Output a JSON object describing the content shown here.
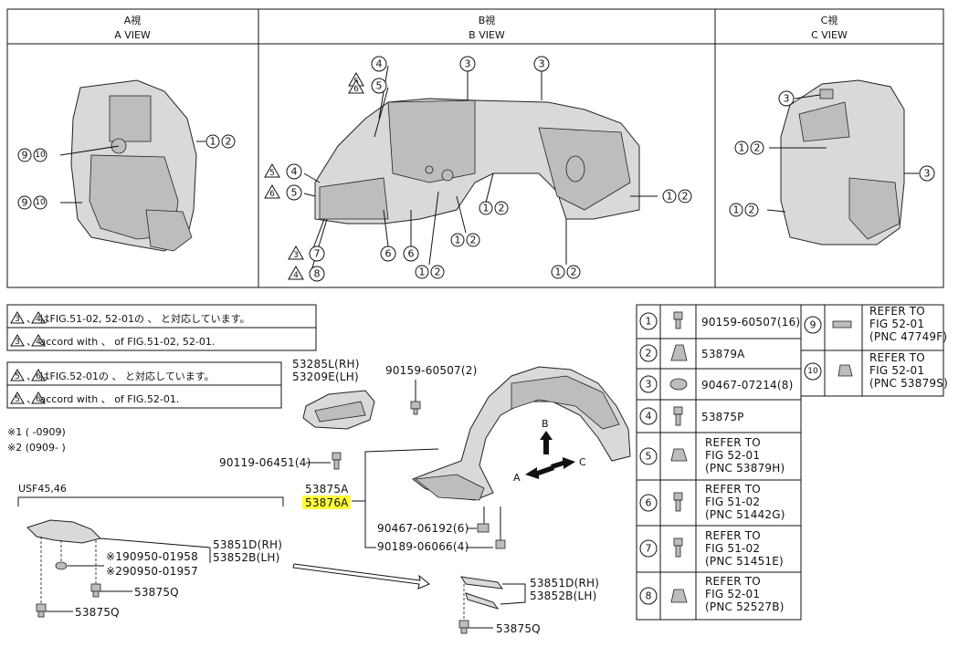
{
  "views": {
    "a": {
      "jp": "A視",
      "en": "A VIEW"
    },
    "b": {
      "jp": "B視",
      "en": "B VIEW"
    },
    "c": {
      "jp": "C視",
      "en": "C VIEW"
    }
  },
  "callouts": {
    "one_two": "①②",
    "nine_ten": "⑨⑩",
    "three": "3",
    "four": "4",
    "five": "5",
    "six": "6",
    "seven": "7",
    "eight": "8"
  },
  "notes": {
    "n1_jp": "、 はFIG.51-02, 52-01の 、 と対応しています。",
    "n1_en": "、 accord with   、 of FIG.51-02, 52-01.",
    "n2_jp": "、 はFIG.52-01の 、 と対応しています。",
    "n2_en": "、 accord with   、 of FIG.52-01.",
    "star1": "※1 (     -0909)",
    "star2": "※2 (0909-     )"
  },
  "parts": {
    "p53285L": "53285L(RH)",
    "p53209E": "53209E(LH)",
    "p90159_2": "90159-60507(2)",
    "p90119": "90119-06451(4)",
    "p53875A": "53875A",
    "p53876A": "53876A",
    "p90467_6": "90467-06192(6)",
    "p90189": "90189-06066(4)",
    "usf": "USF45,46",
    "p53851D_a": "53851D(RH)",
    "p53852B_a": "53852B(LH)",
    "s1": "※190950-01958",
    "s2": "※290950-01957",
    "p53875Q_a": "53875Q",
    "p53875Q_b": "53875Q",
    "p53875Q_c": "53875Q",
    "p53851D_b": "53851D(RH)",
    "p53852B_b": "53852B(LH)",
    "arrowB": "B",
    "arrowA": "A",
    "arrowC": "C"
  },
  "legend": [
    {
      "num": "1",
      "text1": "90159-60507(16)",
      "text2": "",
      "text3": ""
    },
    {
      "num": "2",
      "text1": "53879A",
      "text2": "",
      "text3": ""
    },
    {
      "num": "3",
      "text1": "90467-07214(8)",
      "text2": "",
      "text3": ""
    },
    {
      "num": "4",
      "text1": "53875P",
      "text2": "",
      "text3": ""
    },
    {
      "num": "5",
      "text1": "REFER TO",
      "text2": "FIG 52-01",
      "text3": "(PNC 53879H)"
    },
    {
      "num": "6",
      "text1": "REFER TO",
      "text2": "FIG 51-02",
      "text3": "(PNC 51442G)"
    },
    {
      "num": "7",
      "text1": "REFER TO",
      "text2": "FIG 51-02",
      "text3": "(PNC 51451E)"
    },
    {
      "num": "8",
      "text1": "REFER TO",
      "text2": "FIG 52-01",
      "text3": "(PNC 52527B)"
    }
  ],
  "legend_right": [
    {
      "num": "9",
      "text1": "REFER TO",
      "text2": "FIG 52-01",
      "text3": "(PNC 47749F)"
    },
    {
      "num": "10",
      "text1": "REFER TO",
      "text2": "FIG 52-01",
      "text3": "(PNC 53879S)"
    }
  ],
  "highlight_color": "#ffff3a"
}
